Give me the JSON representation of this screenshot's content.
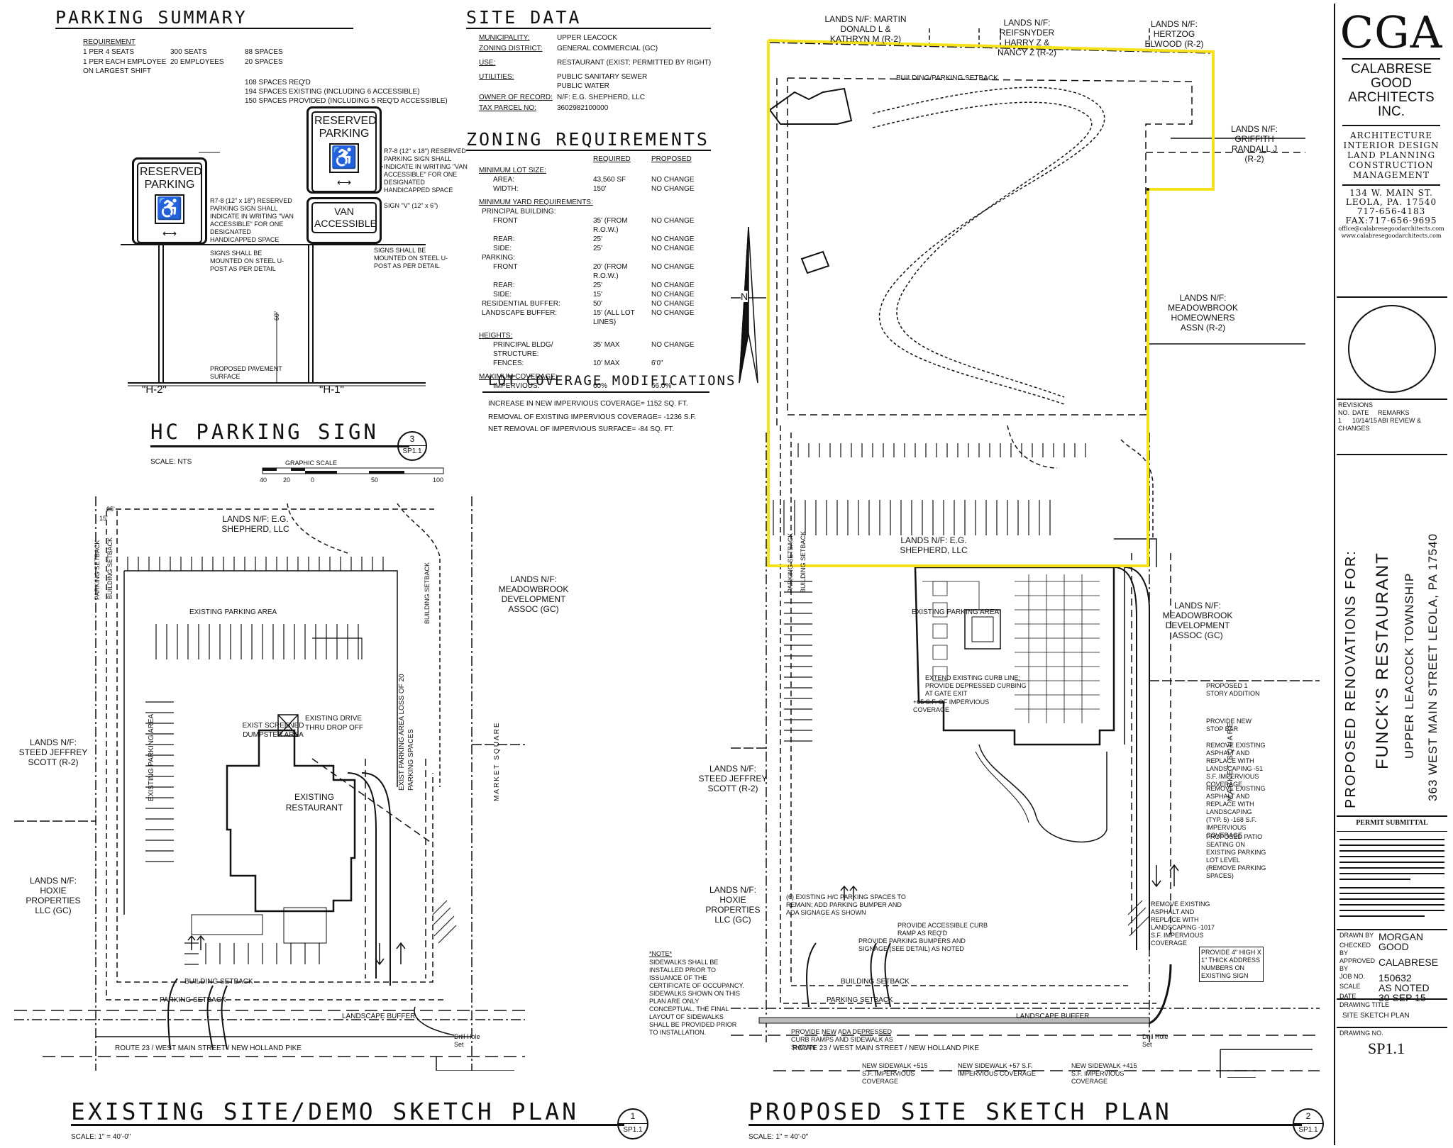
{
  "parking_summary": {
    "title": "PARKING SUMMARY",
    "requirement_label": "REQUIREMENT",
    "rows": [
      {
        "rule": "1 PER 4 SEATS",
        "basis": "300 SEATS",
        "spaces": "88 SPACES"
      },
      {
        "rule": "1 PER EACH EMPLOYEE ON LARGEST SHIFT",
        "basis": "20 EMPLOYEES",
        "spaces": "20 SPACES"
      }
    ],
    "totals": [
      "108 SPACES REQ'D",
      "194 SPACES EXISTING (INCLUDING 6 ACCESSIBLE)",
      "150 SPACES PROVIDED (INCLUDING 5 REQ'D ACCESSIBLE)"
    ]
  },
  "signs": {
    "left_sign_text": "RESERVED PARKING",
    "right_sign_text": "RESERVED PARKING",
    "van_text": "VAN ACCESSIBLE",
    "note_r76_left": "R7-8 (12\" x 18\") RESERVED PARKING SIGN SHALL INDICATE IN WRITING \"VAN ACCESSIBLE\" FOR ONE DESIGNATED HANDICAPPED SPACE",
    "note_r76_right": "R7-8 (12\" x 18\") RESERVED PARKING SIGN SHALL INDICATE IN WRITING \"VAN ACCESSIBLE\" FOR ONE DESIGNATED HANDICAPPED SPACE",
    "note_sign_v": "SIGN \"V\" (12\" x 6\")",
    "note_mount_left": "SIGNS SHALL BE MOUNTED ON STEEL U-POST AS PER DETAIL",
    "note_mount_right": "SIGNS SHALL BE MOUNTED ON STEEL U-POST AS PER DETAIL",
    "height_label": "60\"",
    "pavement_note": "PROPOSED PAVEMENT SURFACE",
    "h2": "\"H-2\"",
    "h1": "\"H-1\"",
    "detail_title": "HC PARKING SIGN",
    "detail_scale": "SCALE: NTS",
    "detail_number": "3",
    "detail_sheet": "SP1.1"
  },
  "site_data": {
    "title": "SITE DATA",
    "rows": [
      {
        "label": "MUNICIPALITY:",
        "value": "UPPER LEACOCK"
      },
      {
        "label": "ZONING DISTRICT:",
        "value": "GENERAL COMMERCIAL (GC)"
      },
      {
        "label": "USE:",
        "value": "RESTAURANT (EXIST; PERMITTED BY RIGHT)"
      },
      {
        "label": "UTILITIES:",
        "value": "PUBLIC SANITARY SEWER PUBLIC WATER"
      },
      {
        "label": "OWNER OF RECORD:",
        "value": "N/F: E.G. SHEPHERD, LLC"
      },
      {
        "label": "TAX PARCEL NO:",
        "value": "3602982100000"
      }
    ]
  },
  "zoning": {
    "title": "ZONING REQUIREMENTS",
    "col_required": "REQUIRED",
    "col_proposed": "PROPOSED",
    "rows": [
      {
        "label": "MINIMUM LOT SIZE:",
        "req": "",
        "prop": "",
        "head": true
      },
      {
        "label": "AREA:",
        "req": "43,560 SF",
        "prop": "NO CHANGE"
      },
      {
        "label": "WIDTH:",
        "req": "150'",
        "prop": "NO CHANGE"
      },
      {
        "label": "MINIMUM YARD REQUIREMENTS:",
        "req": "",
        "prop": "",
        "head": true
      },
      {
        "label": "PRINCIPAL BUILDING:",
        "req": "",
        "prop": ""
      },
      {
        "label": "FRONT",
        "req": "35' (FROM R.O.W.)",
        "prop": "NO CHANGE"
      },
      {
        "label": "REAR:",
        "req": "25'",
        "prop": "NO CHANGE"
      },
      {
        "label": "SIDE:",
        "req": "25'",
        "prop": "NO CHANGE"
      },
      {
        "label": "PARKING:",
        "req": "",
        "prop": ""
      },
      {
        "label": "FRONT",
        "req": "20' (FROM R.O.W.)",
        "prop": "NO CHANGE"
      },
      {
        "label": "REAR:",
        "req": "25'",
        "prop": "NO CHANGE"
      },
      {
        "label": "SIDE:",
        "req": "15'",
        "prop": "NO CHANGE"
      },
      {
        "label": "RESIDENTIAL BUFFER:",
        "req": "50'",
        "prop": "NO CHANGE"
      },
      {
        "label": "LANDSCAPE BUFFER:",
        "req": "15' (ALL LOT LINES)",
        "prop": "NO CHANGE"
      },
      {
        "label": "HEIGHTS:",
        "req": "",
        "prop": "",
        "head": true
      },
      {
        "label": "PRINCIPAL BLDG/ STRUCTURE:",
        "req": "35' MAX",
        "prop": "NO CHANGE"
      },
      {
        "label": "FENCES:",
        "req": "10' MAX",
        "prop": "6'0\""
      },
      {
        "label": "MAXIMUM COVERAGE:",
        "req": "",
        "prop": "",
        "head": true
      },
      {
        "label": "IMPERVIOUS:",
        "req": "60%",
        "prop": "66.0%"
      }
    ]
  },
  "lot_coverage": {
    "title": "LOT COVERAGE MODIFICATIONS",
    "lines": [
      "INCREASE IN NEW IMPERVIOUS COVERAGE= 1152 SQ. FT.",
      "REMOVAL OF EXISTING IMPERVIOUS COVERAGE= -1236 S.F.",
      "NET REMOVAL OF IMPERVIOUS SURFACE= -84 SQ. FT."
    ]
  },
  "graphic_scale": {
    "label": "GRAPHIC SCALE",
    "ticks": [
      "40",
      "20",
      "0",
      "50",
      "100"
    ]
  },
  "plan1": {
    "lands_top": "LANDS N/F: E.G. SHEPHERD, LLC",
    "lands_right": "LANDS N/F: MEADOWBROOK DEVELOPMENT ASSOC (GC)",
    "lands_left1": "LANDS N/F: STEED JEFFREY SCOTT (R-2)",
    "lands_left2": "LANDS N/F: HOXIE PROPERTIES LLC (GC)",
    "existing_parking": "EXISTING PARKING AREA",
    "existing_parking_side": "EXISTING PARKING AREA",
    "exist_parking_loss": "EXIST PARKING AREA LOSS OF 20 PARKING SPACES",
    "dumpster": "EXIST SCREENED DUMPSTER AREA",
    "drive_thru": "EXISTING DRIVE THRU DROP OFF",
    "building": "EXISTING RESTAURANT",
    "market_square": "MARKET SQUARE",
    "building_setback": "BUILDING SETBACK",
    "parking_setback": "PARKING SETBACK",
    "landscape_buffer": "LANDSCAPE BUFFER",
    "road": "ROUTE 23 / WEST MAIN STREET / NEW HOLLAND PIKE",
    "drill_hole": "Drill Hole Set",
    "dim_25": "25'",
    "dim_15": "15'",
    "title": "EXISTING SITE/DEMO SKETCH PLAN",
    "scale": "SCALE: 1\" = 40'-0\"",
    "detail_number": "1",
    "detail_sheet": "SP1.1"
  },
  "plan2": {
    "lands_top1": "LANDS N/F: MARTIN DONALD L & KATHRYN M (R-2)",
    "lands_top2": "LANDS N/F: REIFSNYDER HARRY Z & NANCY Z (R-2)",
    "lands_top3": "LANDS N/F: HERTZOG ELWOOD (R-2)",
    "lands_right1": "LANDS N/F: GRIFFITH RANDALL J (R-2)",
    "lands_right2": "LANDS N/F: MEADOWBROOK HOMEOWNERS ASSN (R-2)",
    "lands_center": "LANDS N/F: E.G. SHEPHERD, LLC",
    "lands_right3": "LANDS N/F: MEADOWBROOK DEVELOPMENT ASSOC (GC)",
    "lands_left1": "LANDS N/F: STEED JEFFREY SCOTT (R-2)",
    "lands_left2": "LANDS N/F: HOXIE PROPERTIES LLC (GC)",
    "bp_setback": "BUILDING/PARKING SETBACK",
    "north": "N",
    "existing_parking": "EXISTING PARKING AREA",
    "market_square": "MARKET SQUARE",
    "road": "ROUTE 23 / WEST MAIN STREET / NEW HOLLAND PIKE",
    "building_setback": "BUILDING SETBACK",
    "parking_setback": "PARKING SETBACK",
    "landscape_buffer": "LANDSCAPE BUFFER",
    "drill_hole": "Drill Hole Set",
    "notes_left": [
      "(6) EXISTING H/C PARKING SPACES TO REMAIN; ADD PARKING BUMPER AND ADA SIGNAGE AS SHOWN",
      "PROVIDE ACCESSIBLE CURB RAMP AS REQ'D",
      "PROVIDE PARKING BUMPERS AND SIGNAGE (SEE DETAIL) AS NOTED",
      "PROVIDE NEW ADA DEPRESSED CURB RAMPS AND SIDEWALK AS SHOWN"
    ],
    "note_header": "*NOTE*",
    "note_body": "SIDEWALKS SHALL BE INSTALLED PRIOR TO ISSUANCE OF THE CERTIFICATE OF OCCUPANCY. SIDEWALKS SHOWN ON THIS PLAN ARE ONLY CONCEPTUAL. THE FINAL LAYOUT OF SIDEWALKS SHALL BE PROVIDED PRIOR TO INSTALLATION.",
    "notes_top": [
      "EXTEND EXISTING CURB LINE; PROVIDE DEPRESSED CURBING AT GATE EXIT",
      "+65 S.F. OF IMPERVIOUS COVERAGE"
    ],
    "notes_right": [
      "PROPOSED 1 STORY ADDITION",
      "PROVIDE NEW STOP BAR",
      "REMOVE EXISTING ASPHALT AND REPLACE WITH LANDSCAPING -51 S.F. IMPERVIOUS COVERAGE",
      "REMOVE EXISTING ASPHALT AND REPLACE WITH LANDSCAPING (TYP. 5) -168 S.F. IMPERVIOUS COVERAGE",
      "PROPOSED PATIO SEATING ON EXISTING PARKING LOT LEVEL (REMOVE PARKING SPACES)",
      "REMOVE EXISTING ASPHALT AND REPLACE WITH LANDSCAPING -1017 S.F. IMPERVIOUS COVERAGE",
      "PROVIDE 4\" HIGH X 1\" THICK ADDRESS NUMBERS ON EXISTING SIGN"
    ],
    "notes_bottom": [
      "NEW SIDEWALK +515 S.F. IMPERVIOUS COVERAGE",
      "NEW SIDEWALK +57 S.F. IMPERVIOUS COVERAGE",
      "NEW SIDEWALK +415 S.F. IMPERVIOUS COVERAGE"
    ],
    "title": "PROPOSED SITE SKETCH PLAN",
    "scale": "SCALE: 1\" = 40'-0\"",
    "detail_number": "2",
    "detail_sheet": "SP1.1"
  },
  "title_block": {
    "logo": "CGA",
    "firm": [
      "CALABRESE",
      "GOOD",
      "ARCHITECTS",
      "INC."
    ],
    "services": [
      "ARCHITECTURE",
      "INTERIOR DESIGN",
      "LAND PLANNING",
      "CONSTRUCTION",
      "MANAGEMENT"
    ],
    "address": [
      "134 W. MAIN ST.",
      "LEOLA, PA. 17540",
      "717-656-4183",
      "FAX:717-656-9695"
    ],
    "email": "office@calabresegoodarchitects.com",
    "web": "www.calabresegoodarchitects.com",
    "revisions_label": "REVISIONS",
    "rev_headers": [
      "NO.",
      "DATE",
      "REMARKS"
    ],
    "rev_row": [
      "1",
      "10/14/15",
      "ABI REVIEW & CHANGES"
    ],
    "project_lines": [
      "PROPOSED RENOVATIONS FOR:",
      "FUNCK'S RESTAURANT",
      "UPPER LEACOCK TOWNSHIP",
      "363 WEST MAIN STREET LEOLA, PA 17540"
    ],
    "permit": "PERMIT SUBMITTAL",
    "drawn_by_label": "DRAWN BY",
    "drawn_by": "MORGAN",
    "checked_by_label": "CHECKED BY",
    "checked_by": "GOOD",
    "approved_by_label": "APPROVED BY",
    "approved_by": "CALABRESE",
    "job_label": "JOB NO.",
    "job": "150632",
    "scale_label": "SCALE",
    "scale": "AS NOTED",
    "date_label": "DATE",
    "date": "30 SEP 15",
    "drawing_title_label": "DRAWING TITLE",
    "drawing_title": "SITE SKETCH PLAN",
    "drawing_no_label": "DRAWING NO.",
    "drawing_no": "SP1.1"
  },
  "colors": {
    "highlight": "#f5e21b",
    "ink": "#111111"
  }
}
